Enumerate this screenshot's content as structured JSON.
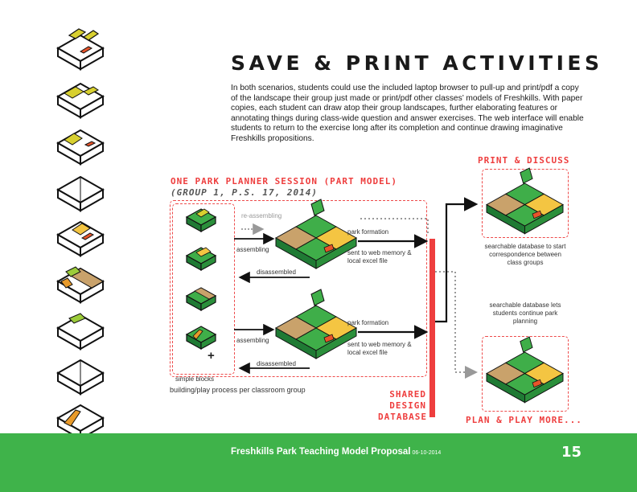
{
  "page": {
    "title": "SAVE & PRINT ACTIVITIES",
    "intro": "In both scenarios, students could use the included laptop browser to pull-up and print/pdf a copy of the landscape their group just made or print/pdf other classes’ models of Freshkills. With paper copies, each student can draw atop their group landscapes, further elaborating features or annotating things during class-wide question and answer exercises. The web interface will enable students to return to the exercise long after its completion and continue drawing imaginative Freshkills propositions."
  },
  "diagram": {
    "session_title": "ONE PARK PLANNER SESSION (PART MODEL)",
    "session_subtitle": "(GROUP 1, P.S. 17, 2014)",
    "re_assembling": "re-assembling",
    "assembling_1": "assembling",
    "assembling_2": "assembling",
    "disassembled_1": "disassembled",
    "disassembled_2": "disassembled",
    "park_formation_1": "park formation",
    "park_formation_2": "park formation",
    "sent_1": "sent to web memory & local excel file",
    "sent_2": "sent to web memory & local excel file",
    "simple_blocks": "simple blocks",
    "plus": "+",
    "building_caption": "building/play process per classroom group",
    "shared_db": [
      "SHARED",
      "DESIGN",
      "DATABASE"
    ],
    "print_discuss": "PRINT & DISCUSS",
    "searchable_1": "searchable database to start correspondence between class groups",
    "searchable_2": "searchable database lets students continue park planning",
    "plan_play": "PLAN & PLAY MORE..."
  },
  "footer": {
    "title": "Freshkills Park Teaching Model Proposal",
    "date": "06-10-2014",
    "page_number": "15"
  },
  "colors": {
    "accent_red": "#ee3e3e",
    "footer_green": "#3fb34a",
    "tile_green": "#3fae49",
    "tile_dark_green": "#1f7a34",
    "tile_yellow": "#f4c542",
    "tile_tan": "#c9a26b"
  }
}
